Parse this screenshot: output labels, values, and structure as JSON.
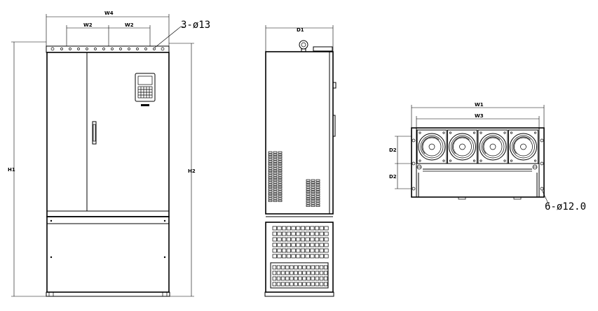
{
  "front_view": {
    "dim_w4": "W4",
    "dim_w2_left": "W2",
    "dim_w2_right": "W2",
    "dim_h1": "H1",
    "dim_h2": "H2",
    "hole_callout": "3-ø13"
  },
  "side_view": {
    "dim_d1": "D1"
  },
  "bottom_view": {
    "dim_w1": "W1",
    "dim_w3": "W3",
    "dim_d2_top": "D2",
    "dim_d2_bottom": "D2",
    "hole_callout": "6-ø12.0",
    "fan_count": 4
  }
}
